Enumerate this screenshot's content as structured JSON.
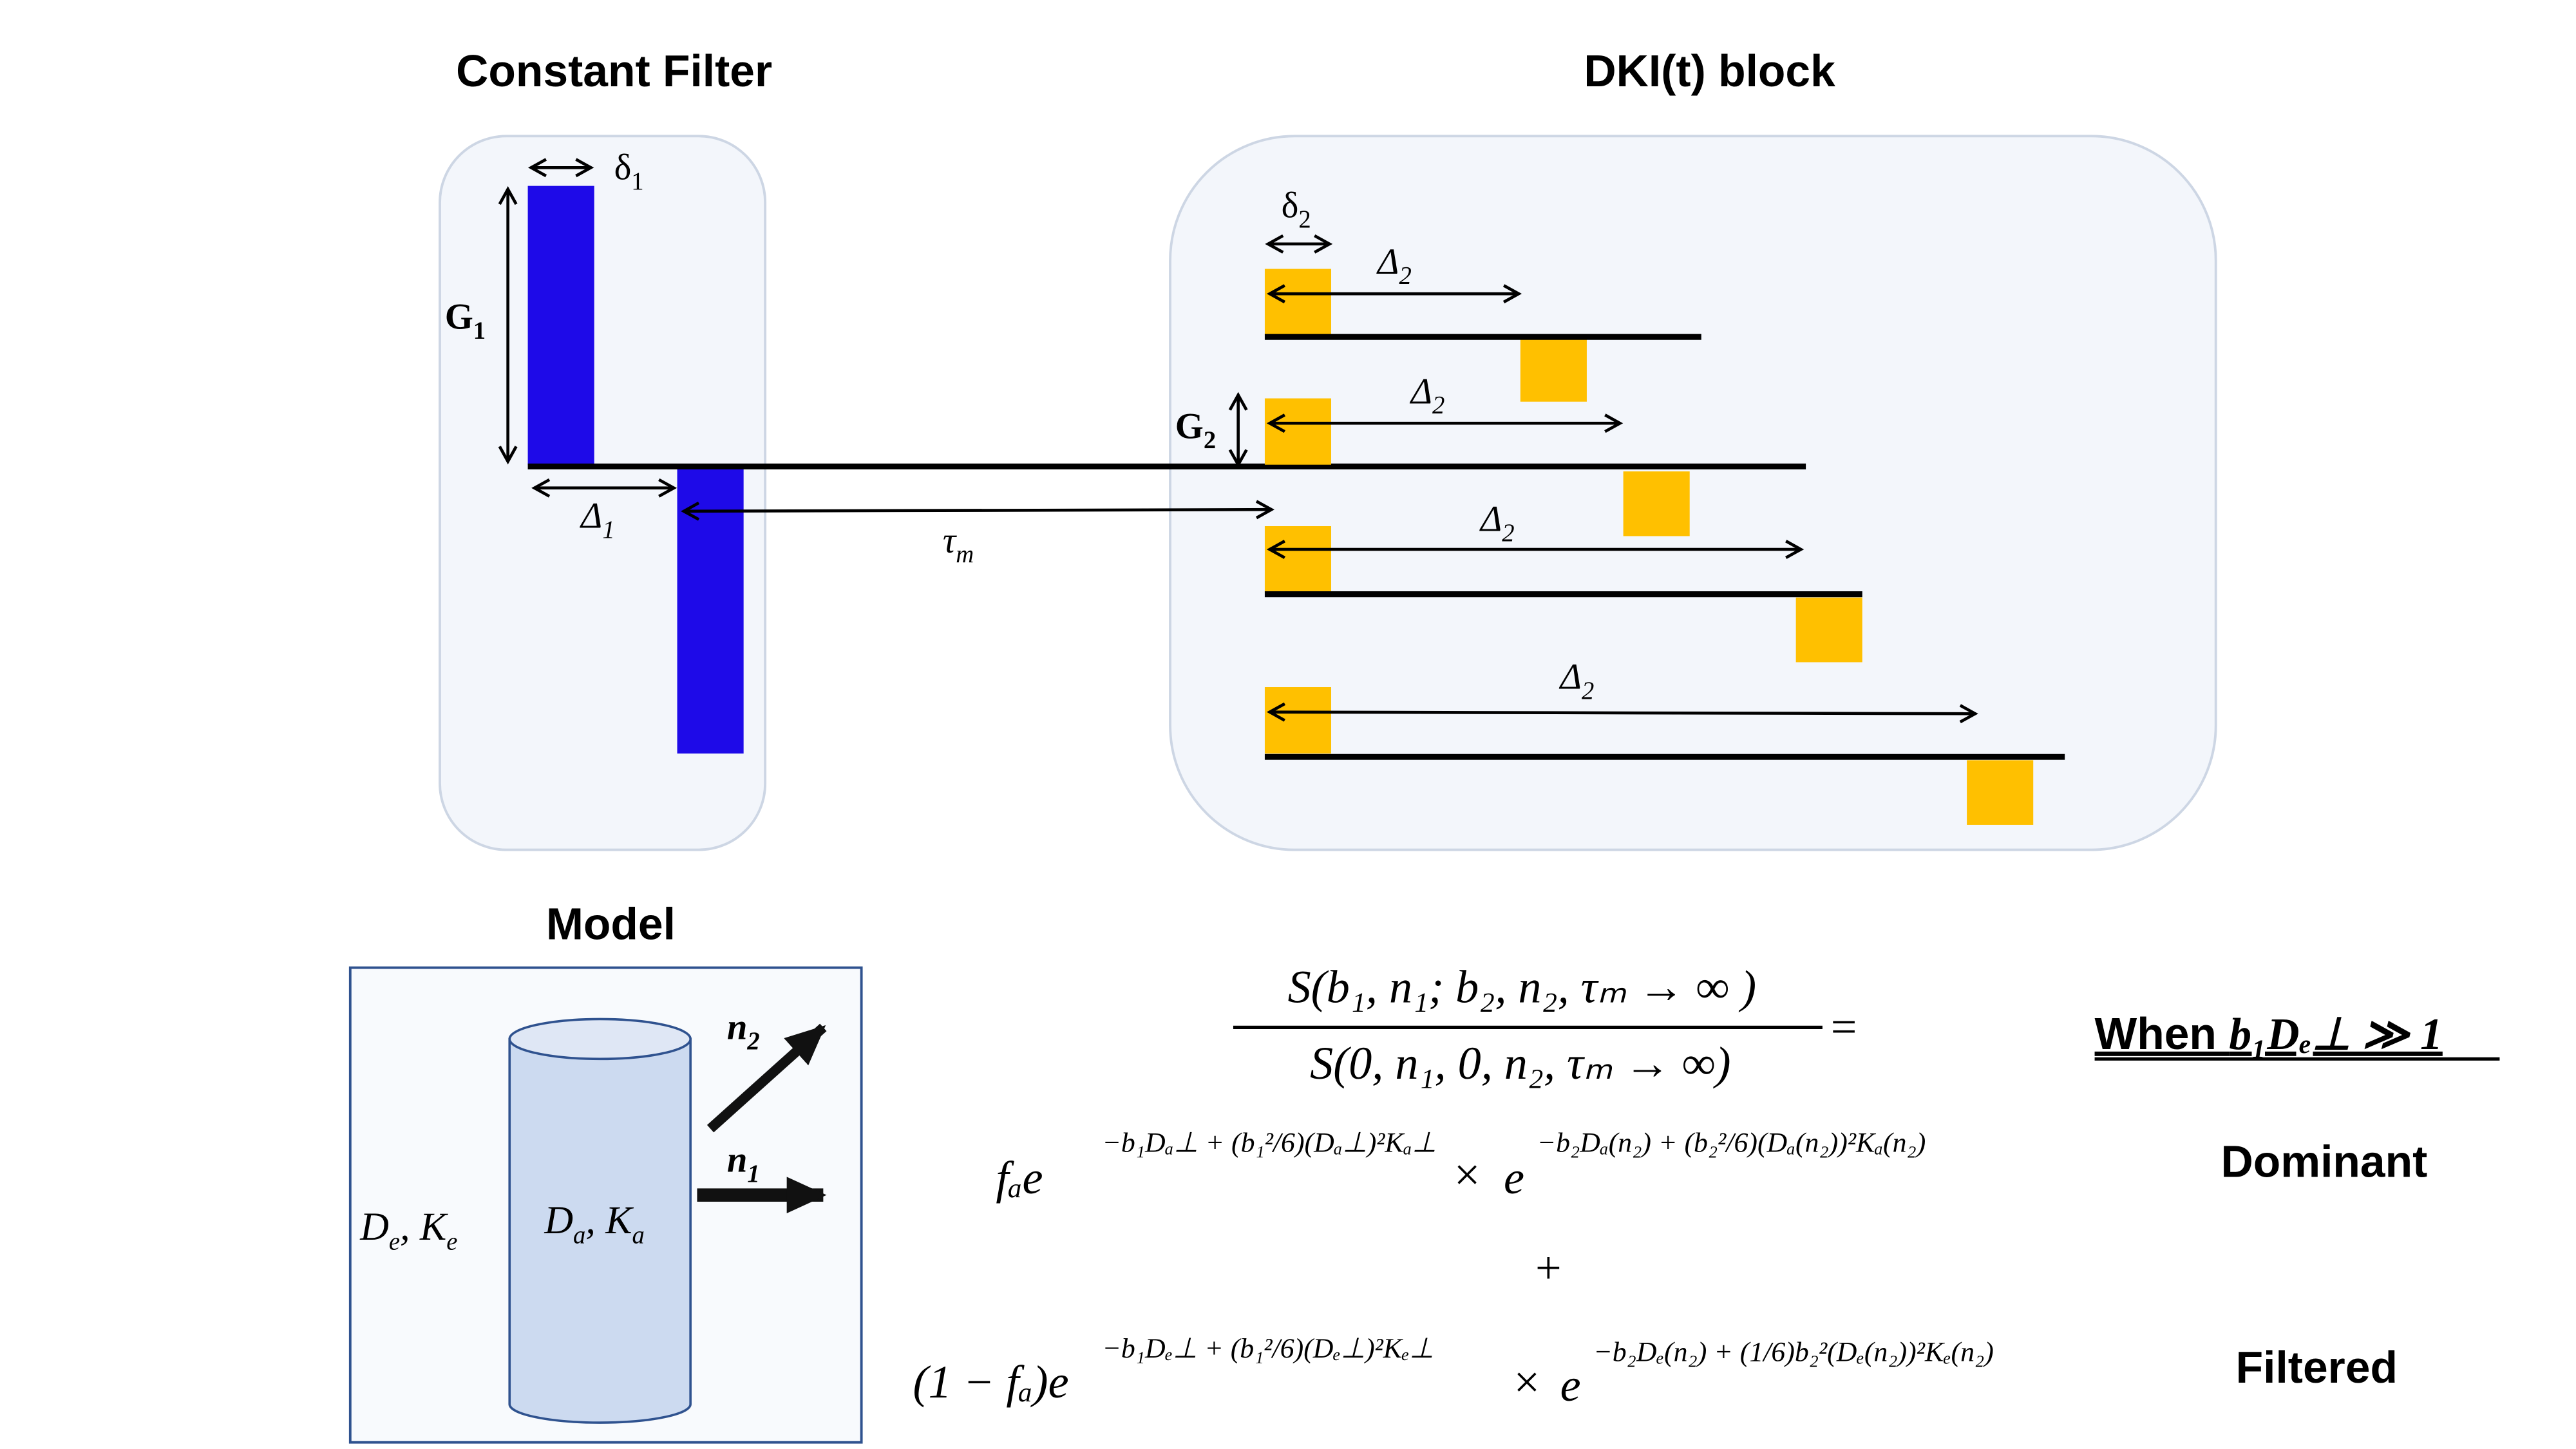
{
  "titles": {
    "constant_filter": "Constant Filter",
    "dki_block": "DKI(t) block",
    "model": "Model"
  },
  "constant_filter": {
    "delta_label": "δ",
    "delta_sub": "1",
    "G_label": "G",
    "G_sub": "1",
    "Delta_label": "Δ",
    "Delta_sub": "1",
    "tau_label": "τ",
    "tau_sub": "m",
    "gradient_color": "#1e0ae8"
  },
  "dki_block": {
    "delta_label": "δ",
    "delta_sub": "2",
    "G_label": "G",
    "G_sub": "2",
    "gradient_color": "#ffc000",
    "rows": [
      {
        "Delta_label": "Δ",
        "Delta_sub": "2"
      },
      {
        "Delta_label": "Δ",
        "Delta_sub": "2"
      },
      {
        "Delta_label": "Δ",
        "Delta_sub": "2"
      },
      {
        "Delta_label": "Δ",
        "Delta_sub": "2"
      }
    ]
  },
  "model": {
    "extra_label": "D",
    "extra_sub_e": "e",
    "extra_k": "K",
    "axon_label": "D",
    "axon_sub_a": "a",
    "axon_k": "K",
    "n1": "n",
    "n1_sub": "1",
    "n2": "n",
    "n2_sub": "2",
    "cylinder_color": "#ccdaf0",
    "box_border_color": "#2f528f"
  },
  "equation": {
    "numerator": "S(b₁, n₁; b₂, n₂, τₘ → ∞ )",
    "denominator": "S(0, n₁, 0, n₂, τₘ → ∞)",
    "equals": "=",
    "condition_prefix": "When ",
    "condition_math": "b₁Dₑ⊥ ≫ 1",
    "term1_prefix": "fₐe",
    "term1_exp1": "−b₁Dₐ⊥ + (b₁²/6)(Dₐ⊥)²Kₐ⊥",
    "times": "×",
    "term1_e": "e",
    "term1_exp2": "−b₂Dₐ(n₂) + (b₂²/6)(Dₐ(n₂))²Kₐ(n₂)",
    "term1_tag": "Dominant",
    "plus": "+",
    "term2_prefix": "(1 − fₐ)e",
    "term2_exp1": "−b₁Dₑ⊥ + (b₁²/6)(Dₑ⊥)²Kₑ⊥",
    "term2_e": "e",
    "term2_exp2": "−b₂Dₑ(n₂) + (1/6)b₂²(Dₑ(n₂))²Kₑ(n₂)",
    "term2_tag": "Filtered"
  }
}
